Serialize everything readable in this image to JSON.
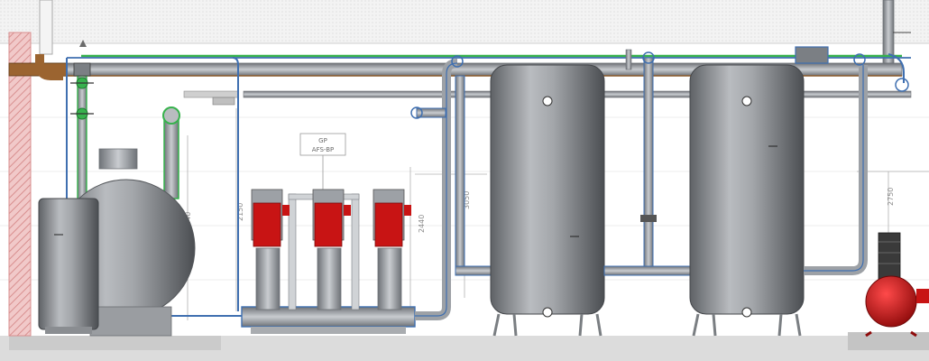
{
  "station_tag": {
    "line1": "GP",
    "line2": "AFS-BP"
  },
  "dimensions": {
    "d_2440": "2440",
    "d_2150": "2150",
    "d_3050": "3050",
    "d_2750": "2750"
  },
  "colors": {
    "steel": "#8e9296",
    "supply_pipe": "#3f6fb0",
    "pipe_gray": "#9da1a6",
    "brown_pipe": "#8a5a2a",
    "green_line": "#37b24d",
    "pump_red": "#c81414",
    "wall_pink": "#e9a7a7",
    "floor": "#d9d9d9"
  }
}
